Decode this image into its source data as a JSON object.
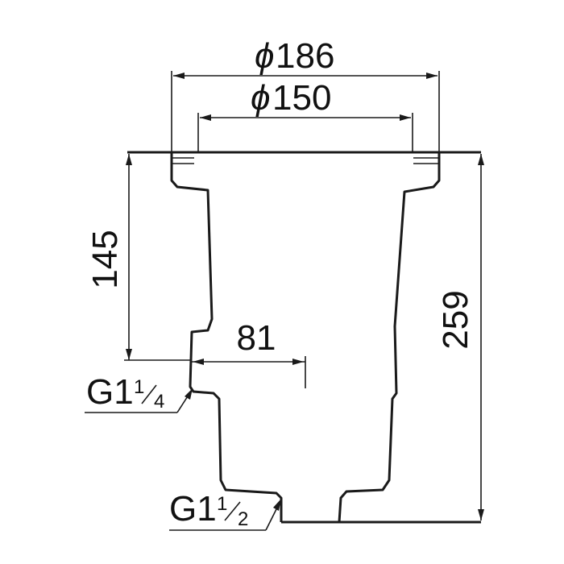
{
  "dimensions": {
    "outer_diameter": {
      "symbol": "ϕ",
      "value": "186"
    },
    "inner_diameter": {
      "symbol": "ϕ",
      "value": "150"
    },
    "upper_height": "145",
    "total_height": "259",
    "offset": "81"
  },
  "threads": {
    "side_outlet": {
      "prefix": "G1",
      "numerator": "1",
      "denominator": "4"
    },
    "bottom_outlet": {
      "prefix": "G1",
      "numerator": "1",
      "denominator": "2"
    }
  },
  "colors": {
    "line": "#1a1a1a",
    "background": "#ffffff"
  }
}
